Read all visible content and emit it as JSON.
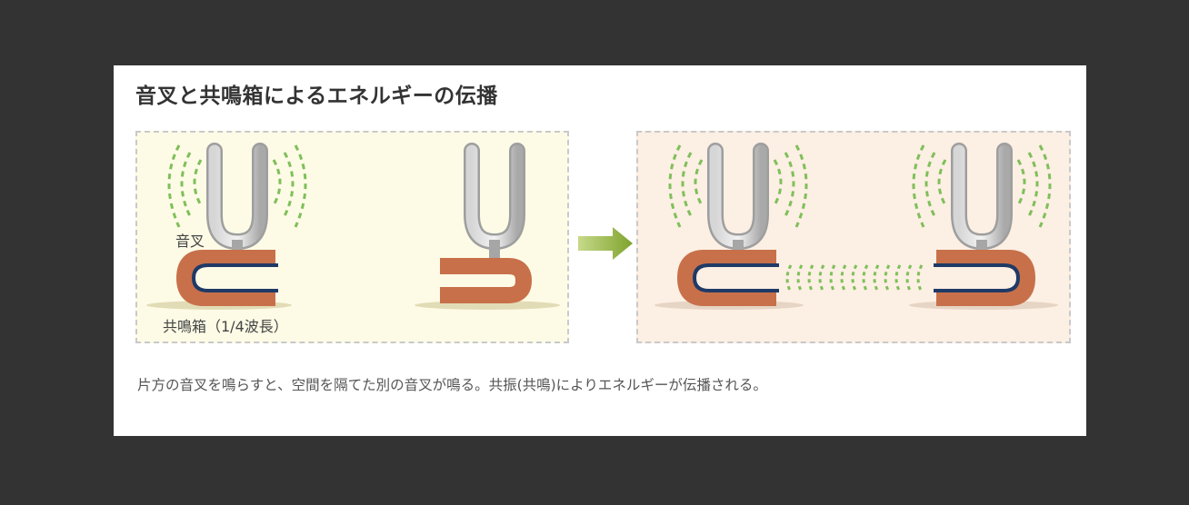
{
  "title": "音叉と共鳴箱によるエネルギーの伝播",
  "labels": {
    "tuning_fork": "音叉",
    "resonance_box": "共鳴箱（1/4波長）"
  },
  "caption": "片方の音叉を鳴らすと、空間を隔てた別の音叉が鳴る。共振(共鳴)によりエネルギーが伝播される。",
  "colors": {
    "page_bg": "#333333",
    "card_bg": "#ffffff",
    "left_panel_bg": "#fdfbe6",
    "right_panel_bg": "#fcefe3",
    "box_fill": "#c8704a",
    "box_inner": "#1f3a66",
    "fork": "#bdbdbd",
    "wave": "#7fbf5a",
    "arrow": "#8aa83a"
  }
}
